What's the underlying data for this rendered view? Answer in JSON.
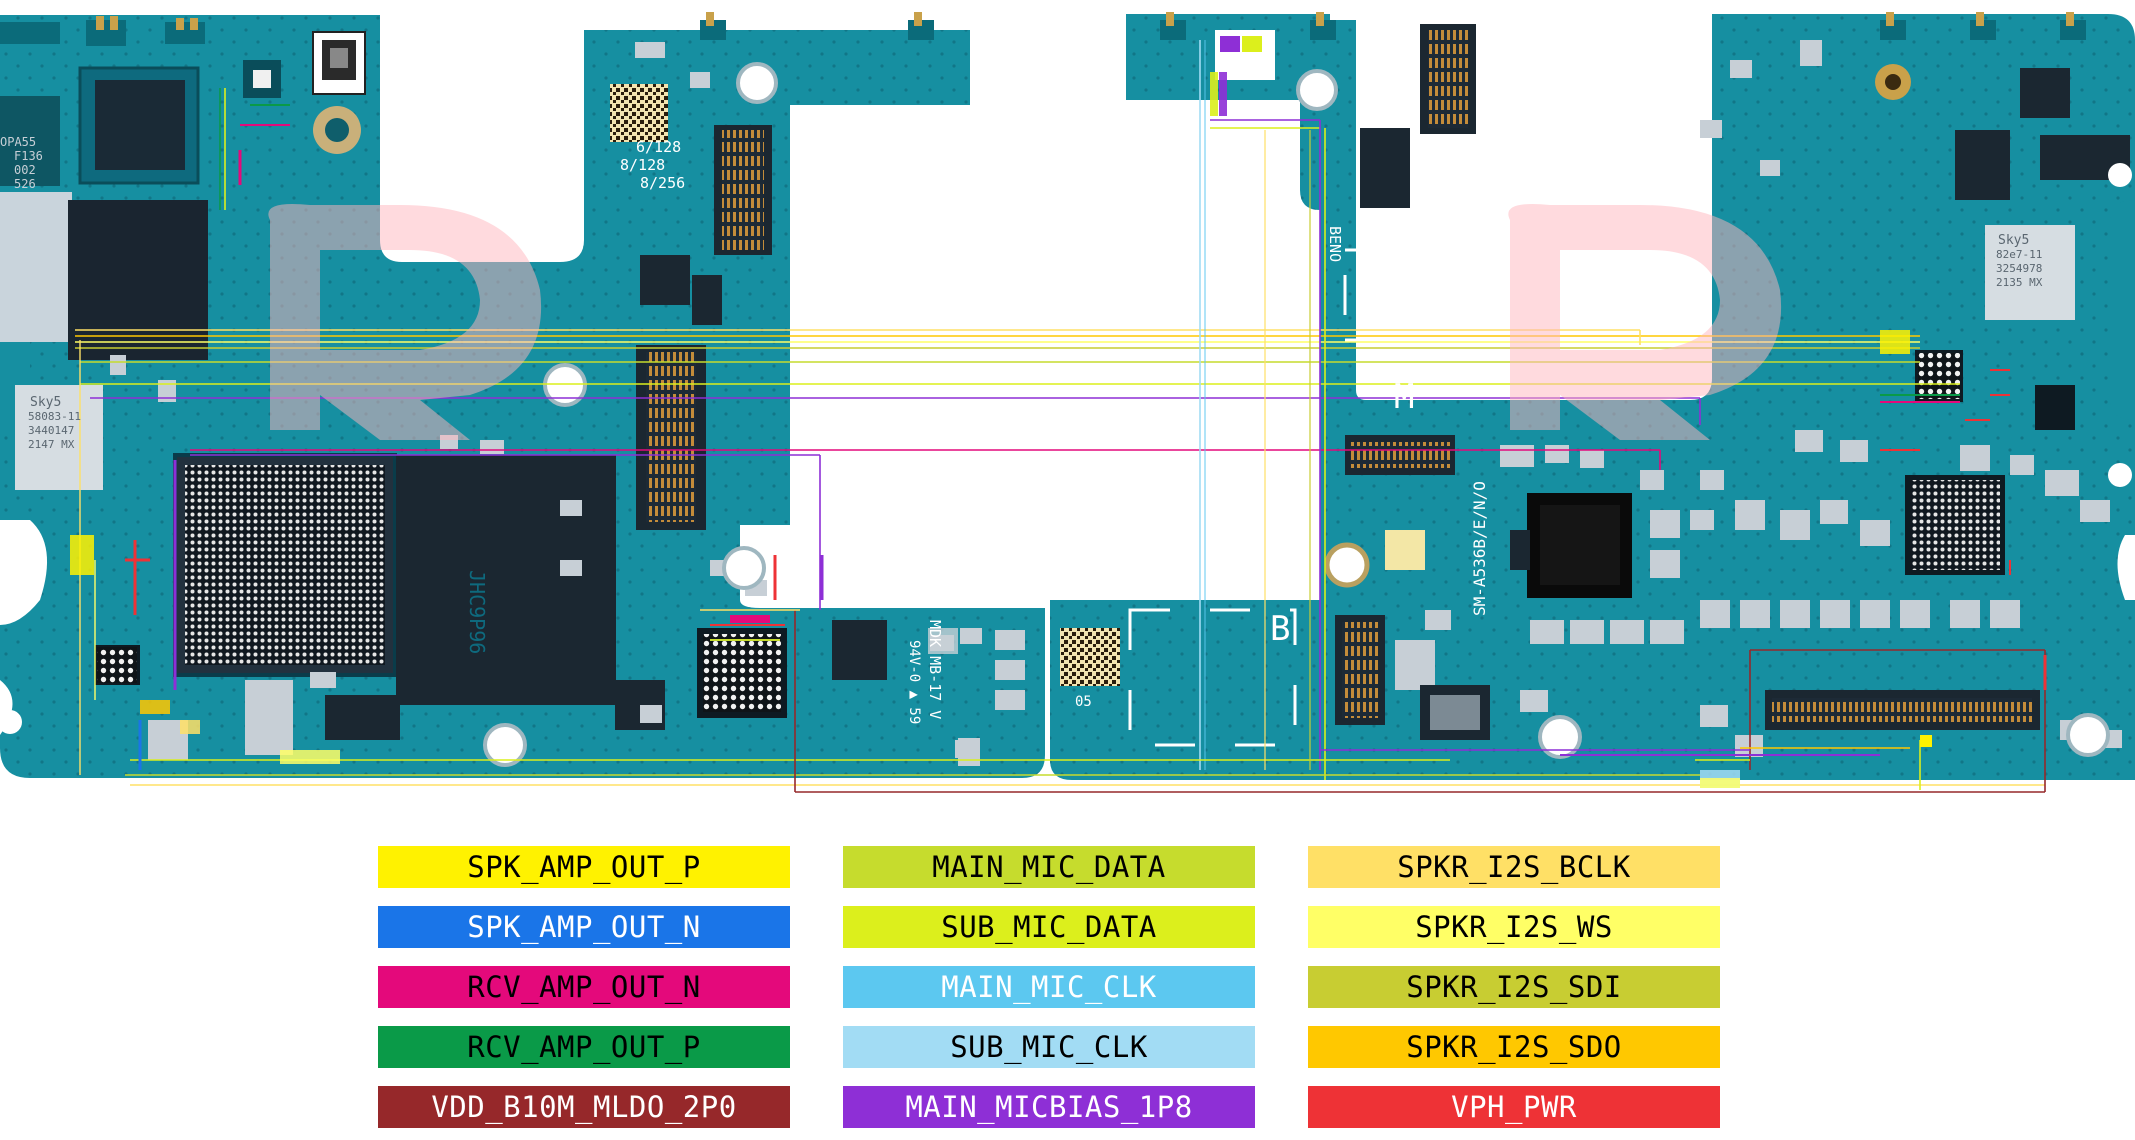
{
  "board_text": {
    "sky_left": "Sky5",
    "sky_left_line1": "58083-11",
    "sky_left_line2": "3440147",
    "sky_left_line3": "2147 MX",
    "sky_right": "Sky5",
    "sky_right_line1": "82e7-11",
    "sky_right_line2": "3254978",
    "sky_right_line3": "2135 MX",
    "opa_line1": "OPA55",
    "opa_line2": "F136",
    "opa_line3": "002",
    "opa_line4": "526",
    "ram_1": "6/128",
    "ram_2": "8/128",
    "ram_3": "8/256",
    "beno": "BENO",
    "marker_m": "M",
    "marker_b": "B",
    "model": "SM-A536B/E/N/O",
    "mdk": "MDK MB-17 V",
    "mdk2": "94V-0 ▲ 59",
    "code_05": "05"
  },
  "legend": [
    {
      "label": "SPK_AMP_OUT_P",
      "bg": "#fff200",
      "fg": "#000000"
    },
    {
      "label": "MAIN_MIC_DATA",
      "bg": "#c6dc2d",
      "fg": "#000000"
    },
    {
      "label": "SPKR_I2S_BCLK",
      "bg": "#ffe066",
      "fg": "#000000"
    },
    {
      "label": "SPK_AMP_OUT_N",
      "bg": "#1a75e8",
      "fg": "#ffffff"
    },
    {
      "label": "SUB_MIC_DATA",
      "bg": "#dcef1c",
      "fg": "#000000"
    },
    {
      "label": "SPKR_I2S_WS",
      "bg": "#ffff66",
      "fg": "#000000"
    },
    {
      "label": "RCV_AMP_OUT_N",
      "bg": "#e4097b",
      "fg": "#000000"
    },
    {
      "label": "MAIN_MIC_CLK",
      "bg": "#5cc8f0",
      "fg": "#ffffff"
    },
    {
      "label": "SPKR_I2S_SDI",
      "bg": "#c8cd32",
      "fg": "#000000"
    },
    {
      "label": "RCV_AMP_OUT_P",
      "bg": "#0a9a48",
      "fg": "#000000"
    },
    {
      "label": "SUB_MIC_CLK",
      "bg": "#a2dcf4",
      "fg": "#000000"
    },
    {
      "label": "SPKR_I2S_SDO",
      "bg": "#ffc800",
      "fg": "#000000"
    },
    {
      "label": "VDD_B10M_MLDO_2P0",
      "bg": "#96282a",
      "fg": "#ffffff"
    },
    {
      "label": "MAIN_MICBIAS_1P8",
      "bg": "#8e2fd6",
      "fg": "#ffffff"
    },
    {
      "label": "VPH_PWR",
      "bg": "#ee3236",
      "fg": "#ffffff"
    }
  ]
}
